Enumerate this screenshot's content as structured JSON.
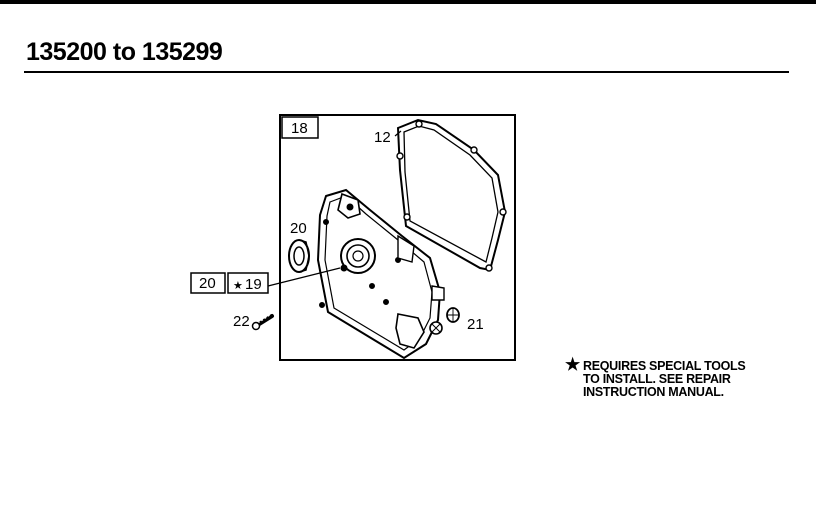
{
  "header": {
    "title": "135200 to 135299"
  },
  "diagram": {
    "callouts": {
      "box_18": "18",
      "gasket": "12",
      "seal": "20",
      "kit_20": "20",
      "kit_19": "19",
      "bolt": "22",
      "plug": "21"
    },
    "kit_star_symbol": "★"
  },
  "note": {
    "symbol": "★",
    "lines": [
      "REQUIRES SPECIAL TOOLS",
      "TO INSTALL.  SEE REPAIR",
      "INSTRUCTION MANUAL."
    ]
  }
}
